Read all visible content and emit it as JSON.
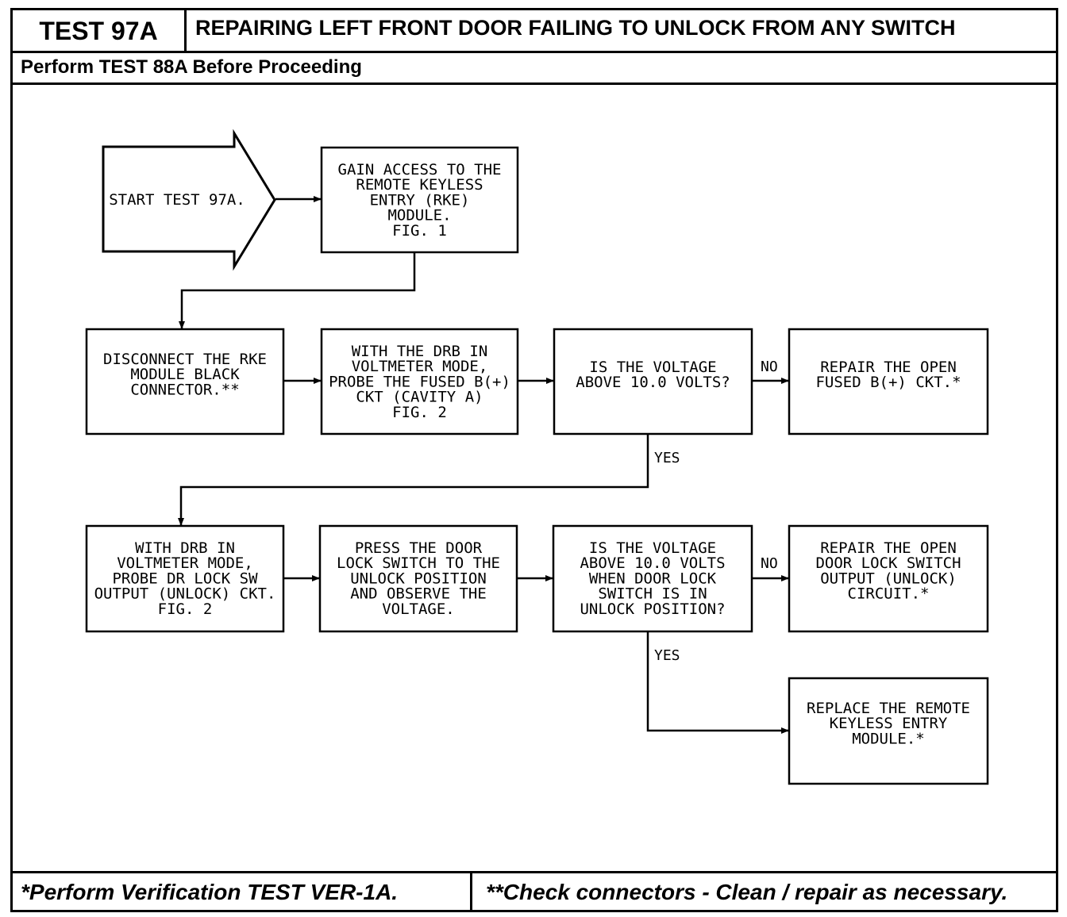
{
  "header": {
    "test_id": "TEST 97A",
    "title": "REPAIRING LEFT FRONT DOOR FAILING TO UNLOCK FROM ANY SWITCH",
    "prerequisite": "Perform TEST 88A Before Proceeding"
  },
  "flowchart": {
    "nodes": [
      {
        "id": "start",
        "lines": [
          "START TEST 97A."
        ]
      },
      {
        "id": "gain-access",
        "lines": [
          "GAIN ACCESS TO THE",
          "REMOTE KEYLESS",
          "ENTRY (RKE)",
          "MODULE.",
          "FIG. 1"
        ]
      },
      {
        "id": "disconnect",
        "lines": [
          "DISCONNECT THE RKE",
          "MODULE BLACK",
          "CONNECTOR.**"
        ]
      },
      {
        "id": "probe-fused",
        "lines": [
          "WITH THE DRB IN",
          "VOLTMETER MODE,",
          "PROBE THE FUSED B(+)",
          "CKT (CAVITY A)",
          "FIG. 2"
        ]
      },
      {
        "id": "voltage-check-1",
        "lines": [
          "IS THE VOLTAGE",
          "ABOVE 10.0 VOLTS?"
        ]
      },
      {
        "id": "repair-fused",
        "lines": [
          "REPAIR THE OPEN",
          "FUSED B(+) CKT.*"
        ]
      },
      {
        "id": "probe-lock-sw",
        "lines": [
          "WITH DRB IN",
          "VOLTMETER MODE,",
          "PROBE DR LOCK SW",
          "OUTPUT (UNLOCK) CKT.",
          "FIG. 2"
        ]
      },
      {
        "id": "press-switch",
        "lines": [
          "PRESS THE DOOR",
          "LOCK SWITCH TO THE",
          "UNLOCK POSITION",
          "AND OBSERVE THE",
          "VOLTAGE."
        ]
      },
      {
        "id": "voltage-check-2",
        "lines": [
          "IS THE VOLTAGE",
          "ABOVE 10.0 VOLTS",
          "WHEN DOOR LOCK",
          "SWITCH IS IN",
          "UNLOCK POSITION?"
        ]
      },
      {
        "id": "repair-lock-sw",
        "lines": [
          "REPAIR THE OPEN",
          "DOOR LOCK SWITCH",
          "OUTPUT (UNLOCK)",
          "CIRCUIT.*"
        ]
      },
      {
        "id": "replace-module",
        "lines": [
          "REPLACE THE REMOTE",
          "KEYLESS ENTRY",
          "MODULE.*"
        ]
      }
    ],
    "edges": [
      {
        "from": "start",
        "to": "gain-access",
        "label": ""
      },
      {
        "from": "gain-access",
        "to": "disconnect",
        "label": ""
      },
      {
        "from": "disconnect",
        "to": "probe-fused",
        "label": ""
      },
      {
        "from": "probe-fused",
        "to": "voltage-check-1",
        "label": ""
      },
      {
        "from": "voltage-check-1",
        "to": "repair-fused",
        "label": "NO"
      },
      {
        "from": "voltage-check-1",
        "to": "probe-lock-sw",
        "label": "YES"
      },
      {
        "from": "probe-lock-sw",
        "to": "press-switch",
        "label": ""
      },
      {
        "from": "press-switch",
        "to": "voltage-check-2",
        "label": ""
      },
      {
        "from": "voltage-check-2",
        "to": "repair-lock-sw",
        "label": "NO"
      },
      {
        "from": "voltage-check-2",
        "to": "replace-module",
        "label": "YES"
      }
    ]
  },
  "footer": {
    "left_note": "*Perform Verification TEST VER-1A.",
    "right_note": "**Check connectors - Clean / repair as necessary."
  }
}
